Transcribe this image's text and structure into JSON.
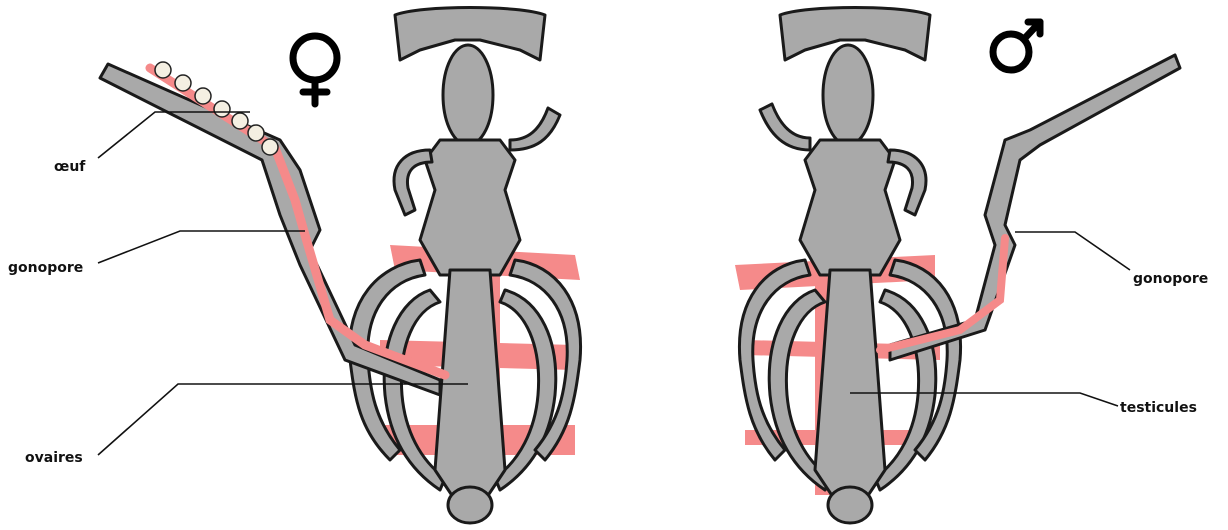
{
  "female": {
    "symbol": "♀",
    "labels": {
      "egg": "œuf",
      "gonopore": "gonopore",
      "ovaries": "ovaires"
    }
  },
  "male": {
    "symbol": "♂",
    "labels": {
      "gonopore": "gonopore",
      "testes": "testicules"
    }
  },
  "colors": {
    "body": "#a9a9a9",
    "outline": "#1a1a1a",
    "reproductive": "#f58a8a",
    "egg": "#f4efe2"
  }
}
